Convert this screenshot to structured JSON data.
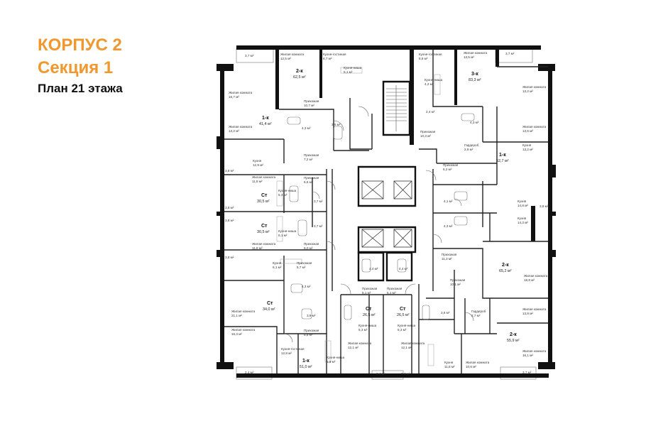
{
  "header": {
    "building": "КОРПУС 2",
    "section": "Секция 1",
    "floor_plan": "План 21 этажа"
  },
  "colors": {
    "accent": "#f0982e",
    "wall": "#111111",
    "text": "#111111"
  },
  "apartments": [
    {
      "type": "1-к",
      "area": "41,4 м²"
    },
    {
      "type": "2-к",
      "area": "62,5 м²"
    },
    {
      "type": "3-к",
      "area": "83,3 м²"
    },
    {
      "type": "1-к",
      "area": "52,7 м²"
    },
    {
      "type": "Ст",
      "area": "30,5 м²"
    },
    {
      "type": "Ст",
      "area": "30,5 м²"
    },
    {
      "type": "Ст",
      "area": "34,0 м²"
    },
    {
      "type": "Ст",
      "area": "26,5 м²"
    },
    {
      "type": "Ст",
      "area": "26,5 м²"
    },
    {
      "type": "2-к",
      "area": "65,2 м²"
    },
    {
      "type": "2-к",
      "area": "55,9 м²"
    },
    {
      "type": "1-к",
      "area": "51,0 м²"
    }
  ],
  "rooms": [
    {
      "name": "Жилая комната",
      "area": "12,5 м²"
    },
    {
      "name": "Кухня-гостиная",
      "area": "8,7 м²"
    },
    {
      "name": "Кухня-гостиная",
      "area": "8,8 м²"
    },
    {
      "name": "Жилая комната",
      "area": "13,5 м²"
    },
    {
      "name": "Жилая комната",
      "area": "16,7 м²"
    },
    {
      "name": "Кухня-ниша",
      "area": "5,1 м²"
    },
    {
      "name": "Прихожая",
      "area": "10,7 м²"
    },
    {
      "name": "Кухня-ниша",
      "area": "4,2 м²"
    },
    {
      "name": "Жилая комната",
      "area": "13,2 м²"
    },
    {
      "name": "Жилая комната",
      "area": "13,2 м²"
    },
    {
      "name": "Жилая комната",
      "area": "13,6 м²"
    },
    {
      "name": "Прихожая",
      "area": "10,3 м²"
    },
    {
      "name": "Кухня",
      "area": "12,9 м²"
    },
    {
      "name": "Прихожая",
      "area": "7,2 м²"
    },
    {
      "name": "Гардероб",
      "area": "2,9 м²"
    },
    {
      "name": "Кухня",
      "area": "13,2 м²"
    },
    {
      "name": "Жилая комната",
      "area": "11,8 м²"
    },
    {
      "name": "Прихожая",
      "area": "6,6 м²"
    },
    {
      "name": "Кухня-ниша",
      "area": "5,3 м²"
    },
    {
      "name": "Прихожая",
      "area": "6,2 м²"
    },
    {
      "name": "Кухня",
      "area": "14,8 м²"
    },
    {
      "name": "Кухня",
      "area": "14,3 м²"
    },
    {
      "name": "Кухня-ниша",
      "area": "5,1 м²"
    },
    {
      "name": "Жилая комната",
      "area": "11,8 м²"
    },
    {
      "name": "Прихожая",
      "area": "6,0 м²"
    },
    {
      "name": "Кухня",
      "area": "6,1 м²"
    },
    {
      "name": "Прихожая",
      "area": "5,7 м²"
    },
    {
      "name": "Прихожая",
      "area": "11,3 м²"
    },
    {
      "name": "Жилая комната",
      "area": "18,8 м²"
    },
    {
      "name": "Прихожая",
      "area": "10,1 м²"
    },
    {
      "name": "Жилая комната",
      "area": "21,1 м²"
    },
    {
      "name": "Прихожая",
      "area": "5,1 м²"
    },
    {
      "name": "Прихожая",
      "area": "5,1 м²"
    },
    {
      "name": "Гардероб",
      "area": "2,7 м²"
    },
    {
      "name": "Жилая комната",
      "area": "13,8 м²"
    },
    {
      "name": "Кухня-ниша",
      "area": "5,3 м²"
    },
    {
      "name": "Кухня-ниша",
      "area": "5,3 м²"
    },
    {
      "name": "Жилая комната",
      "area": "16,3 м²"
    },
    {
      "name": "Прихожая",
      "area": "6,8 м²"
    },
    {
      "name": "Жилая комната",
      "area": "12,1 м²"
    },
    {
      "name": "Жилая комната",
      "area": "12,1 м²"
    },
    {
      "name": "Жилая комната",
      "area": "16,1 м²"
    },
    {
      "name": "Кухня-гостиная",
      "area": "12,8 м²"
    },
    {
      "name": "Кухня-ниша",
      "area": "5,9 м²"
    },
    {
      "name": "Кухня",
      "area": "11,8 м²"
    },
    {
      "name": "Жилая комната",
      "area": "10,6 м²"
    }
  ],
  "small_areas": [
    "3,7 м²",
    "3,7 м²",
    "4,3 м²",
    "3,5 м²",
    "2,4 м²",
    "4,3 м²",
    "3,8 м²",
    "3,9 м²",
    "3,7 м²",
    "4,1 м²",
    "3,8 м²",
    "3,8 м²",
    "3,7 м²",
    "4,3 м²",
    "3,8 м²",
    "4,4 м²",
    "4,4 м²",
    "4,3 м²",
    "3,9 м²",
    "3,6 м²",
    "2,4 м²",
    "2,4 м²",
    "2,4 м²",
    "3,7 м²"
  ]
}
